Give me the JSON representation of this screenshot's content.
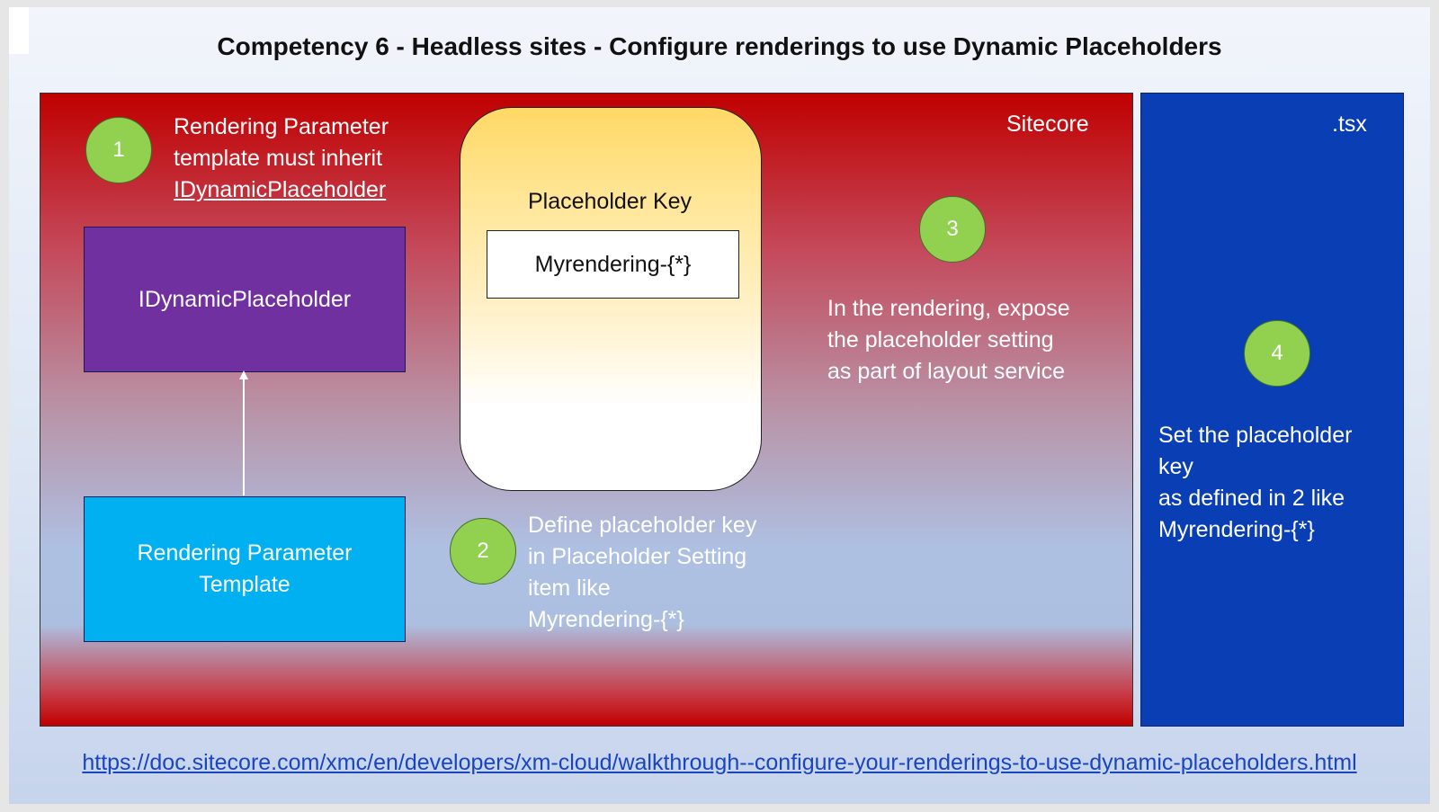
{
  "title": "Competency 6 - Headless sites - Configure renderings to use Dynamic Placeholders",
  "panels": {
    "sitecore_label": "Sitecore",
    "tsx_label": ".tsx"
  },
  "steps": {
    "s1": {
      "number": "1",
      "lines": [
        "Rendering Parameter",
        "template must inherit",
        "IDynamicPlaceholder"
      ]
    },
    "s2": {
      "number": "2",
      "lines": [
        "Define placeholder key",
        "in Placeholder Setting",
        "item like",
        "Myrendering-{*}"
      ]
    },
    "s3": {
      "number": "3",
      "lines": [
        "In the rendering, expose",
        "the placeholder setting",
        "as part of layout service"
      ]
    },
    "s4": {
      "number": "4",
      "lines": [
        "Set the placeholder",
        "key",
        "as defined in 2 like",
        "Myrendering-{*}"
      ]
    }
  },
  "boxes": {
    "idynamic": "IDynamicPlaceholder",
    "rendering_param_lines": [
      "Rendering Parameter",
      "Template"
    ]
  },
  "placeholder": {
    "label": "Placeholder Key",
    "value": "Myrendering-{*}"
  },
  "link": "https://doc.sitecore.com/xmc/en/developers/xm-cloud/walkthrough--configure-your-renderings-to-use-dynamic-placeholders.html",
  "colors": {
    "sitecore_red": "#c00000",
    "tsx_blue": "#0a3eb4",
    "step_circle_green": "#92d050",
    "idynamic_purple": "#7030a0",
    "rendering_param_cyan": "#00b0f0",
    "placeholder_gold": "#ffd966",
    "link_blue": "#1a45c0"
  },
  "icons": {
    "connector": "arrow-up-icon"
  }
}
